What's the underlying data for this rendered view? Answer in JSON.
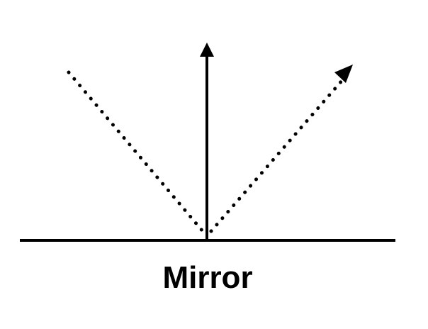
{
  "diagram": {
    "mirror_label": "Mirror",
    "elements": [
      {
        "name": "mirror-surface-line",
        "kind": "solid line"
      },
      {
        "name": "normal-line-arrow",
        "kind": "solid arrow"
      },
      {
        "name": "incident-ray",
        "kind": "dotted line"
      },
      {
        "name": "reflected-ray-arrow",
        "kind": "dotted arrow"
      }
    ]
  },
  "colors": {
    "stroke": "#000000",
    "background": "#ffffff"
  }
}
